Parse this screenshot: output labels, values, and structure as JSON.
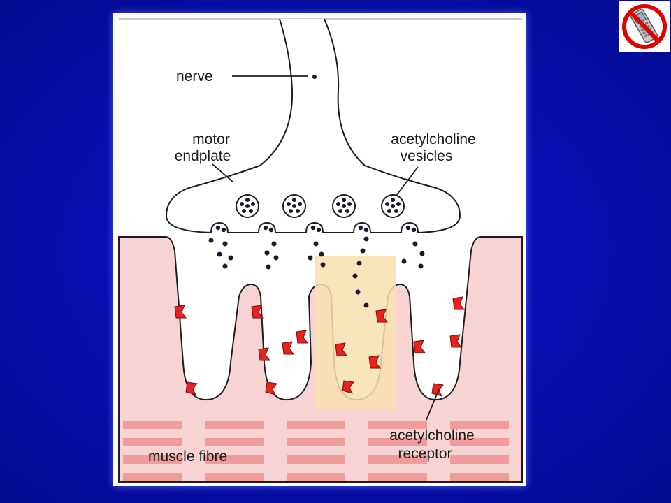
{
  "labels": {
    "nerve": "nerve",
    "motor_endplate_line1": "motor",
    "motor_endplate_line2": "endplate",
    "vesicles_line1": "acetylcholine",
    "vesicles_line2": "vesicles",
    "muscle_fibre": "muscle fibre",
    "receptor_line1": "acetylcholine",
    "receptor_line2": "receptor"
  },
  "icons": {
    "corner_badge": "no-mobile-phone-icon"
  },
  "colors": {
    "background": "#0710b4",
    "muscle": "#f7d3d3",
    "muscle_stripes": "#f29b9b",
    "receptor": "#e8221e",
    "cleft_highlight": "#f8e0b0",
    "vesicle_dot": "#1c1730"
  }
}
